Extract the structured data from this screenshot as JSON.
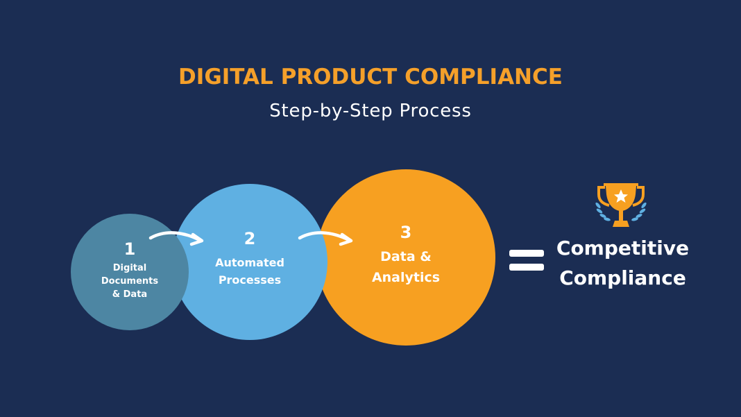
{
  "header": {
    "title": "DIGITAL PRODUCT COMPLIANCE",
    "subtitle": "Step-by-Step Process"
  },
  "steps": [
    {
      "number": "1",
      "label": "Digital\nDocuments\n& Data",
      "color": "#4d86a3"
    },
    {
      "number": "2",
      "label": "Automated\nProcesses",
      "color": "#5fb0e2"
    },
    {
      "number": "3",
      "label": "Data &\nAnalytics",
      "color": "#f7a021"
    }
  ],
  "connectors": [
    "arrow-icon",
    "arrow-icon"
  ],
  "equals_icon": "equals-icon",
  "result": {
    "icon": "trophy-icon",
    "label": "Competitive\nCompliance"
  },
  "colors": {
    "background": "#1b2d53",
    "accent": "#f5a02a",
    "text": "#ffffff",
    "laurel": "#5fb0e2"
  }
}
